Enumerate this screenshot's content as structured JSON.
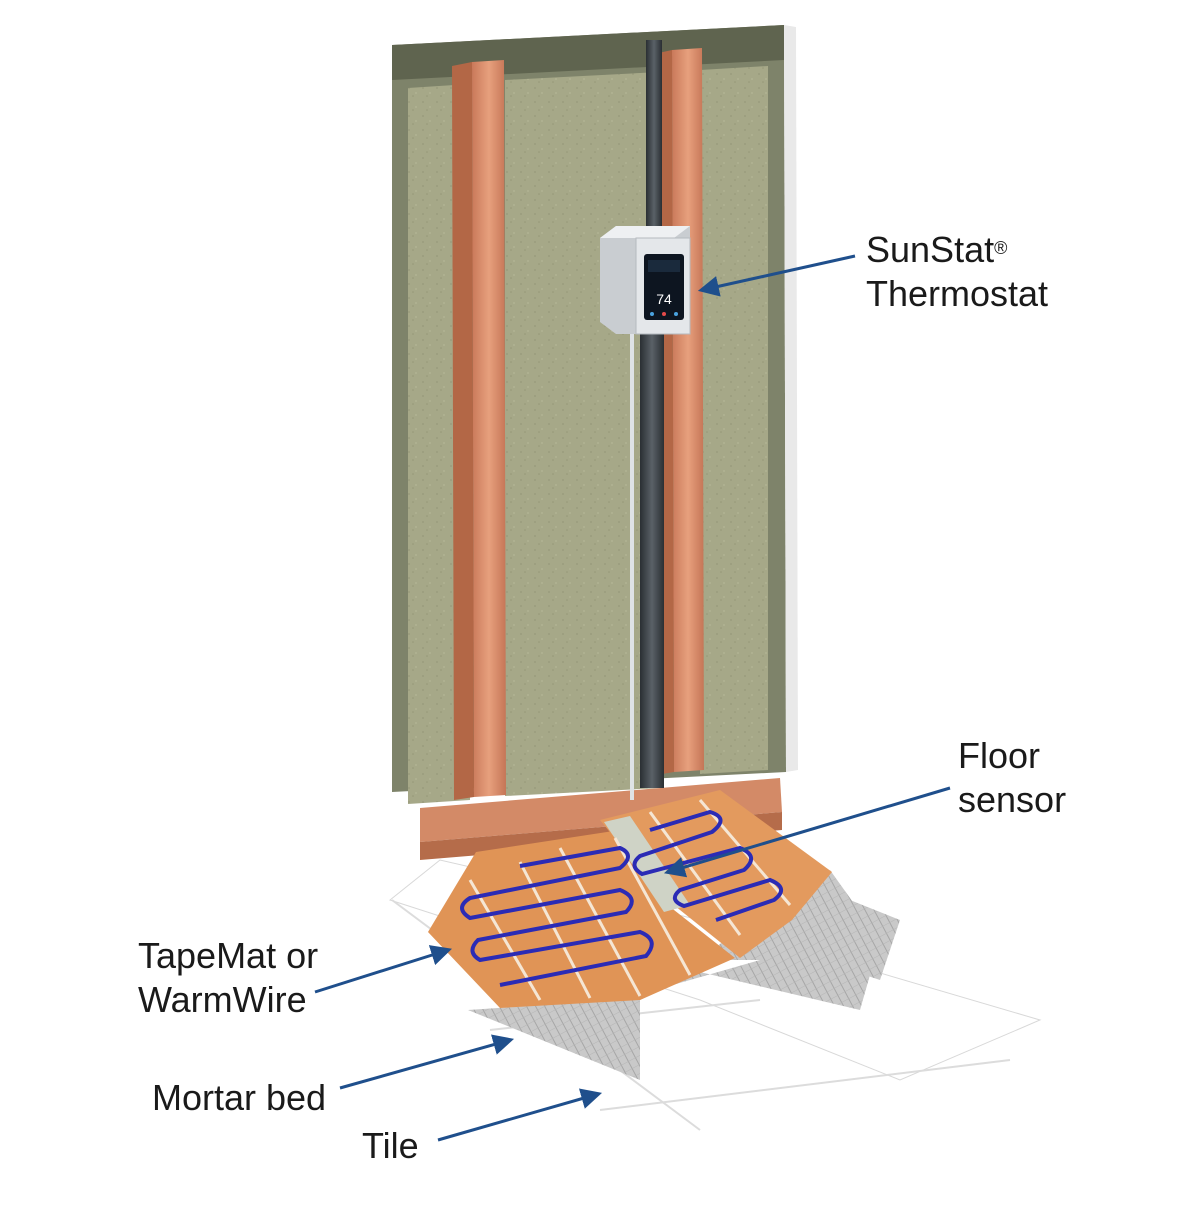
{
  "labels": {
    "thermostat_line1": "SunStat",
    "thermostat_reg": "®",
    "thermostat_line2": "Thermostat",
    "floor_sensor_line1": "Floor",
    "floor_sensor_line2": "sensor",
    "tapemat_line1": "TapeMat or",
    "tapemat_line2": "WarmWire",
    "mortar_bed": "Mortar bed",
    "tile": "Tile"
  },
  "thermostat_display": {
    "temperature": "74"
  },
  "colors": {
    "wall_backing": "#8d9276",
    "drywall": "#a5a687",
    "stud": "#d98c6a",
    "conduit": "#3c4247",
    "mat": "#e0975a",
    "heating_cable": "#2a2ab0",
    "mortar": "#c5c5c5",
    "arrow": "#1f4f8c"
  }
}
